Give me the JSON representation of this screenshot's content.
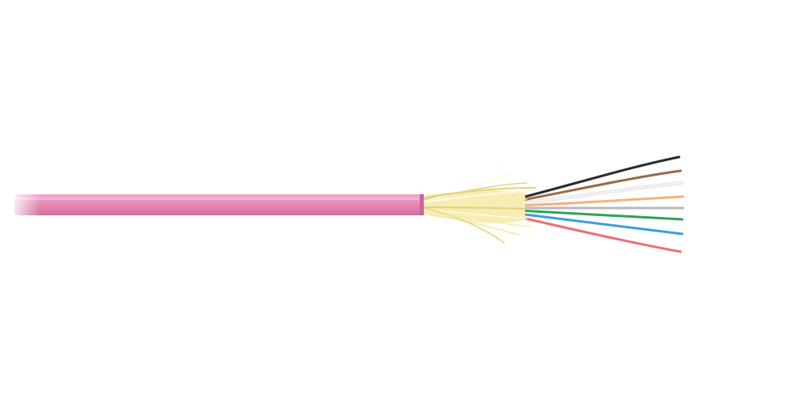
{
  "image": {
    "subject": "fiber-optic-cable",
    "background": "#ffffff"
  },
  "cable": {
    "jacket_color": "#e889b8",
    "jacket_highlight": "#f3a9cf",
    "jacket_shadow": "#cf6fa0"
  },
  "aramid_yarn": {
    "color": "#f6edb2",
    "highlight": "#fffbe0",
    "shadow": "#e2d27f"
  },
  "fibers": [
    {
      "name": "black",
      "color": "#2b2b2b"
    },
    {
      "name": "brown",
      "color": "#9b6a48"
    },
    {
      "name": "white",
      "color": "#f2f2f2"
    },
    {
      "name": "orange",
      "color": "#f5b27a"
    },
    {
      "name": "gray",
      "color": "#b9b9b9"
    },
    {
      "name": "green",
      "color": "#2fa35c"
    },
    {
      "name": "blue",
      "color": "#3b9fdc"
    },
    {
      "name": "red",
      "color": "#ee6f72"
    }
  ]
}
